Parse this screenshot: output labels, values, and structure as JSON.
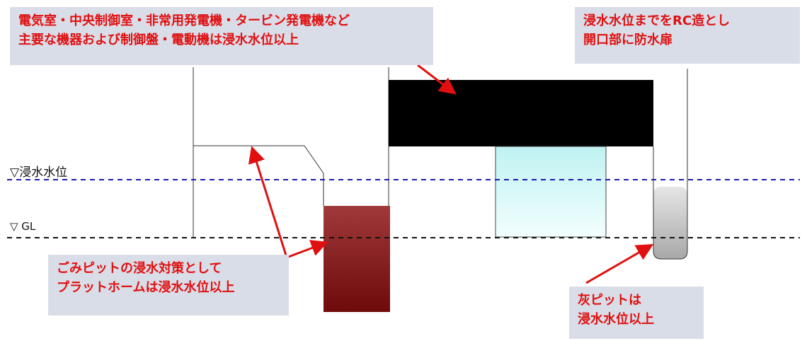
{
  "levels": {
    "flood_level_label": "▽浸水水位",
    "ground_level_label": "▽ GL"
  },
  "callouts": {
    "main_equipment": [
      "電気室・中央制御室・非常用発電機・タービン発電機など",
      "主要な機器および制御盤・電動機は浸水水位以上"
    ],
    "rc_structure": [
      "浸水水位までをRC造とし",
      "開口部に防水扉"
    ],
    "refuse_pit": [
      "ごみピットの浸水対策として",
      "プラットホームは浸水水位以上"
    ],
    "ash_pit": [
      "灰ピットは",
      "浸水水位以上"
    ]
  },
  "colors": {
    "annotation_text": "#e01010",
    "callout_background": "#d9dde8",
    "flood_line": "#1a1ab0",
    "ground_line": "#111111",
    "refuse_pit_fill": "#8a1a1a",
    "equipment_block": "#000000",
    "tank_fill": "#dff8f8",
    "ash_pit_fill": "#c8c8c8",
    "arrow": "#e01010"
  },
  "icons": {
    "level_marker": "down-triangle-icon",
    "pointer": "red-arrow-icon"
  }
}
